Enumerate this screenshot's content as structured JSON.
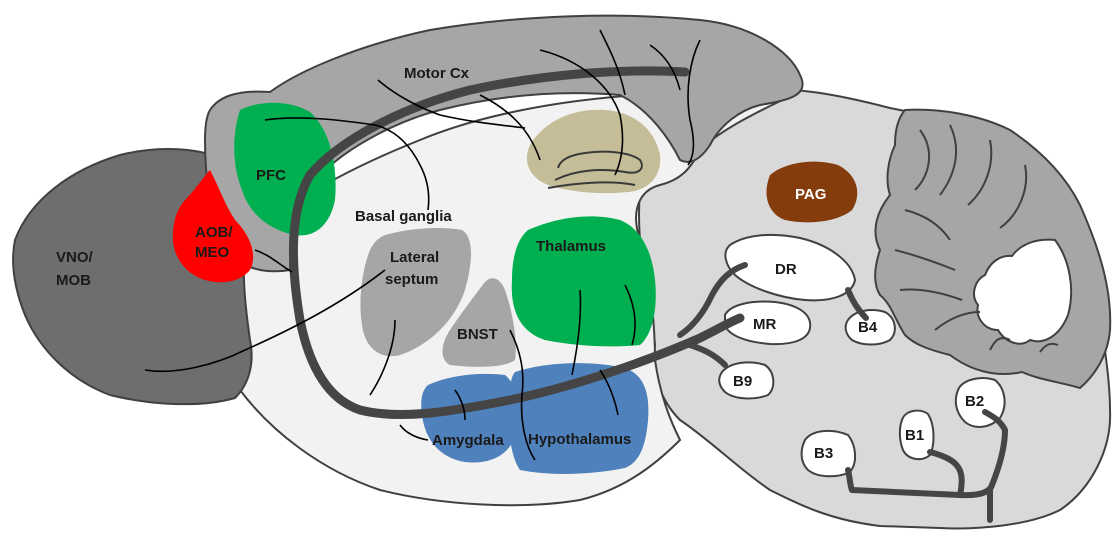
{
  "regions": {
    "vno_mob": {
      "line1": "VNO/",
      "line2": "MOB"
    },
    "aob_meo": {
      "line1": "AOB/",
      "line2": "MEO"
    },
    "pfc": "PFC",
    "motor_cx": "Motor Cx",
    "basal_ganglia": "Basal ganglia",
    "lateral_septum": {
      "line1": "Lateral",
      "line2": "septum"
    },
    "bnst": "BNST",
    "thalamus": "Thalamus",
    "amygdala": "Amygdala",
    "hypothalamus": "Hypothalamus",
    "pag": "PAG",
    "dr": "DR",
    "mr": "MR",
    "b1": "B1",
    "b2": "B2",
    "b3": "B3",
    "b4": "B4",
    "b9": "B9"
  },
  "colors": {
    "olfactory_bulb": "#6e6e6e",
    "cortex": "#a6a6a6",
    "brainstem": "#d9d9d9",
    "forebrain_interior": "#f2f2f2",
    "aob_meo": "#ff0000",
    "pfc": "#00b050",
    "thalamus": "#00b050",
    "septum_bnst": "#a6a6a6",
    "amygdala_hypothalamus": "#4f81bd",
    "hippocampus": "#c4bd97",
    "pag": "#843c0c",
    "raphe": "#ffffff",
    "tract": "#454545"
  }
}
